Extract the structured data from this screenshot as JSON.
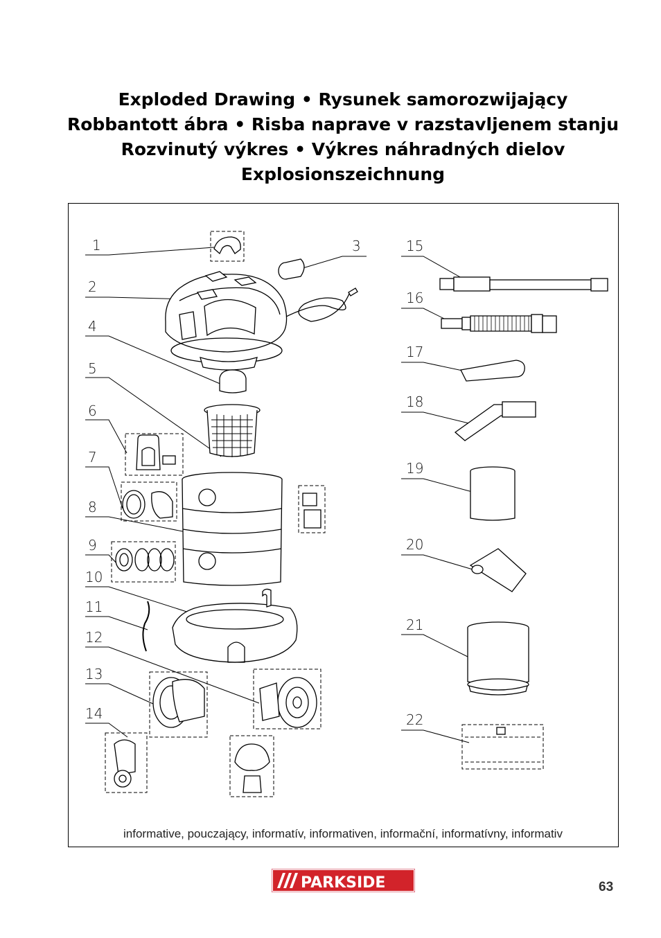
{
  "header": {
    "title_lines": [
      "Exploded Drawing • Rysunek samorozwijający",
      "Robbantott ábra • Risba naprave v razstavljenem stanju",
      "Rozvinutý výkres • Výkres náhradných dielov",
      "Explosionszeichnung"
    ]
  },
  "diagram": {
    "part_numbers": [
      "1",
      "2",
      "3",
      "4",
      "5",
      "6",
      "7",
      "8",
      "9",
      "10",
      "11",
      "12",
      "13",
      "14",
      "15",
      "16",
      "17",
      "18",
      "19",
      "20",
      "21",
      "22"
    ]
  },
  "caption": "informative, pouczający, informatív, informativen, informační, informatívny, informativ",
  "footer": {
    "brand": "PARKSIDE",
    "page_number": "63"
  }
}
